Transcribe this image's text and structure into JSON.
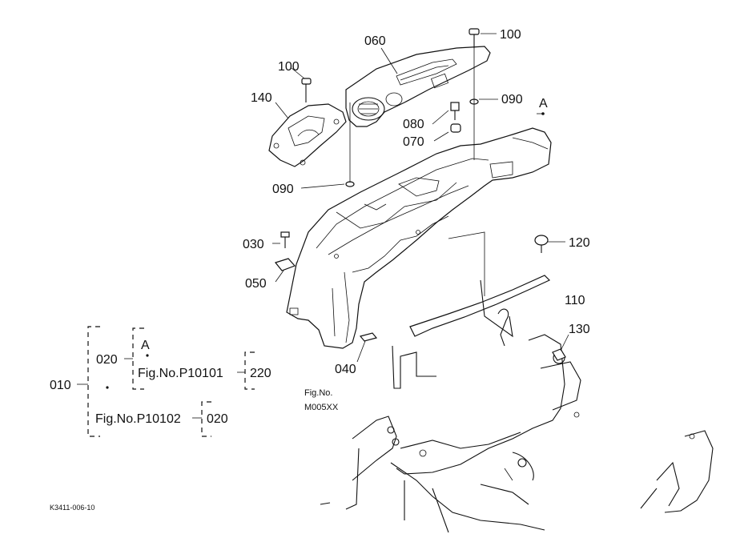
{
  "callouts": {
    "p100_top": "100",
    "p060": "060",
    "p100_left": "100",
    "p140": "140",
    "p090_right": "090",
    "pA": "A",
    "p080": "080",
    "p070": "070",
    "p090_left": "090",
    "p030": "030",
    "p050": "050",
    "p120": "120",
    "p110": "110",
    "p130": "130",
    "p040": "040"
  },
  "tree": {
    "root": "010",
    "branch1": "020",
    "branch1_ref_a": "A",
    "branch1_ref_fig": "Fig.No.P10101",
    "branch1_ref_fig_child": "220",
    "branch2_ref_fig": "Fig.No.P10102",
    "branch2_ref_fig_child": "020"
  },
  "frame_ref": {
    "line1": "Fig.No.",
    "line2": "M005XX"
  },
  "footer": {
    "code": "K3411-006-10"
  }
}
